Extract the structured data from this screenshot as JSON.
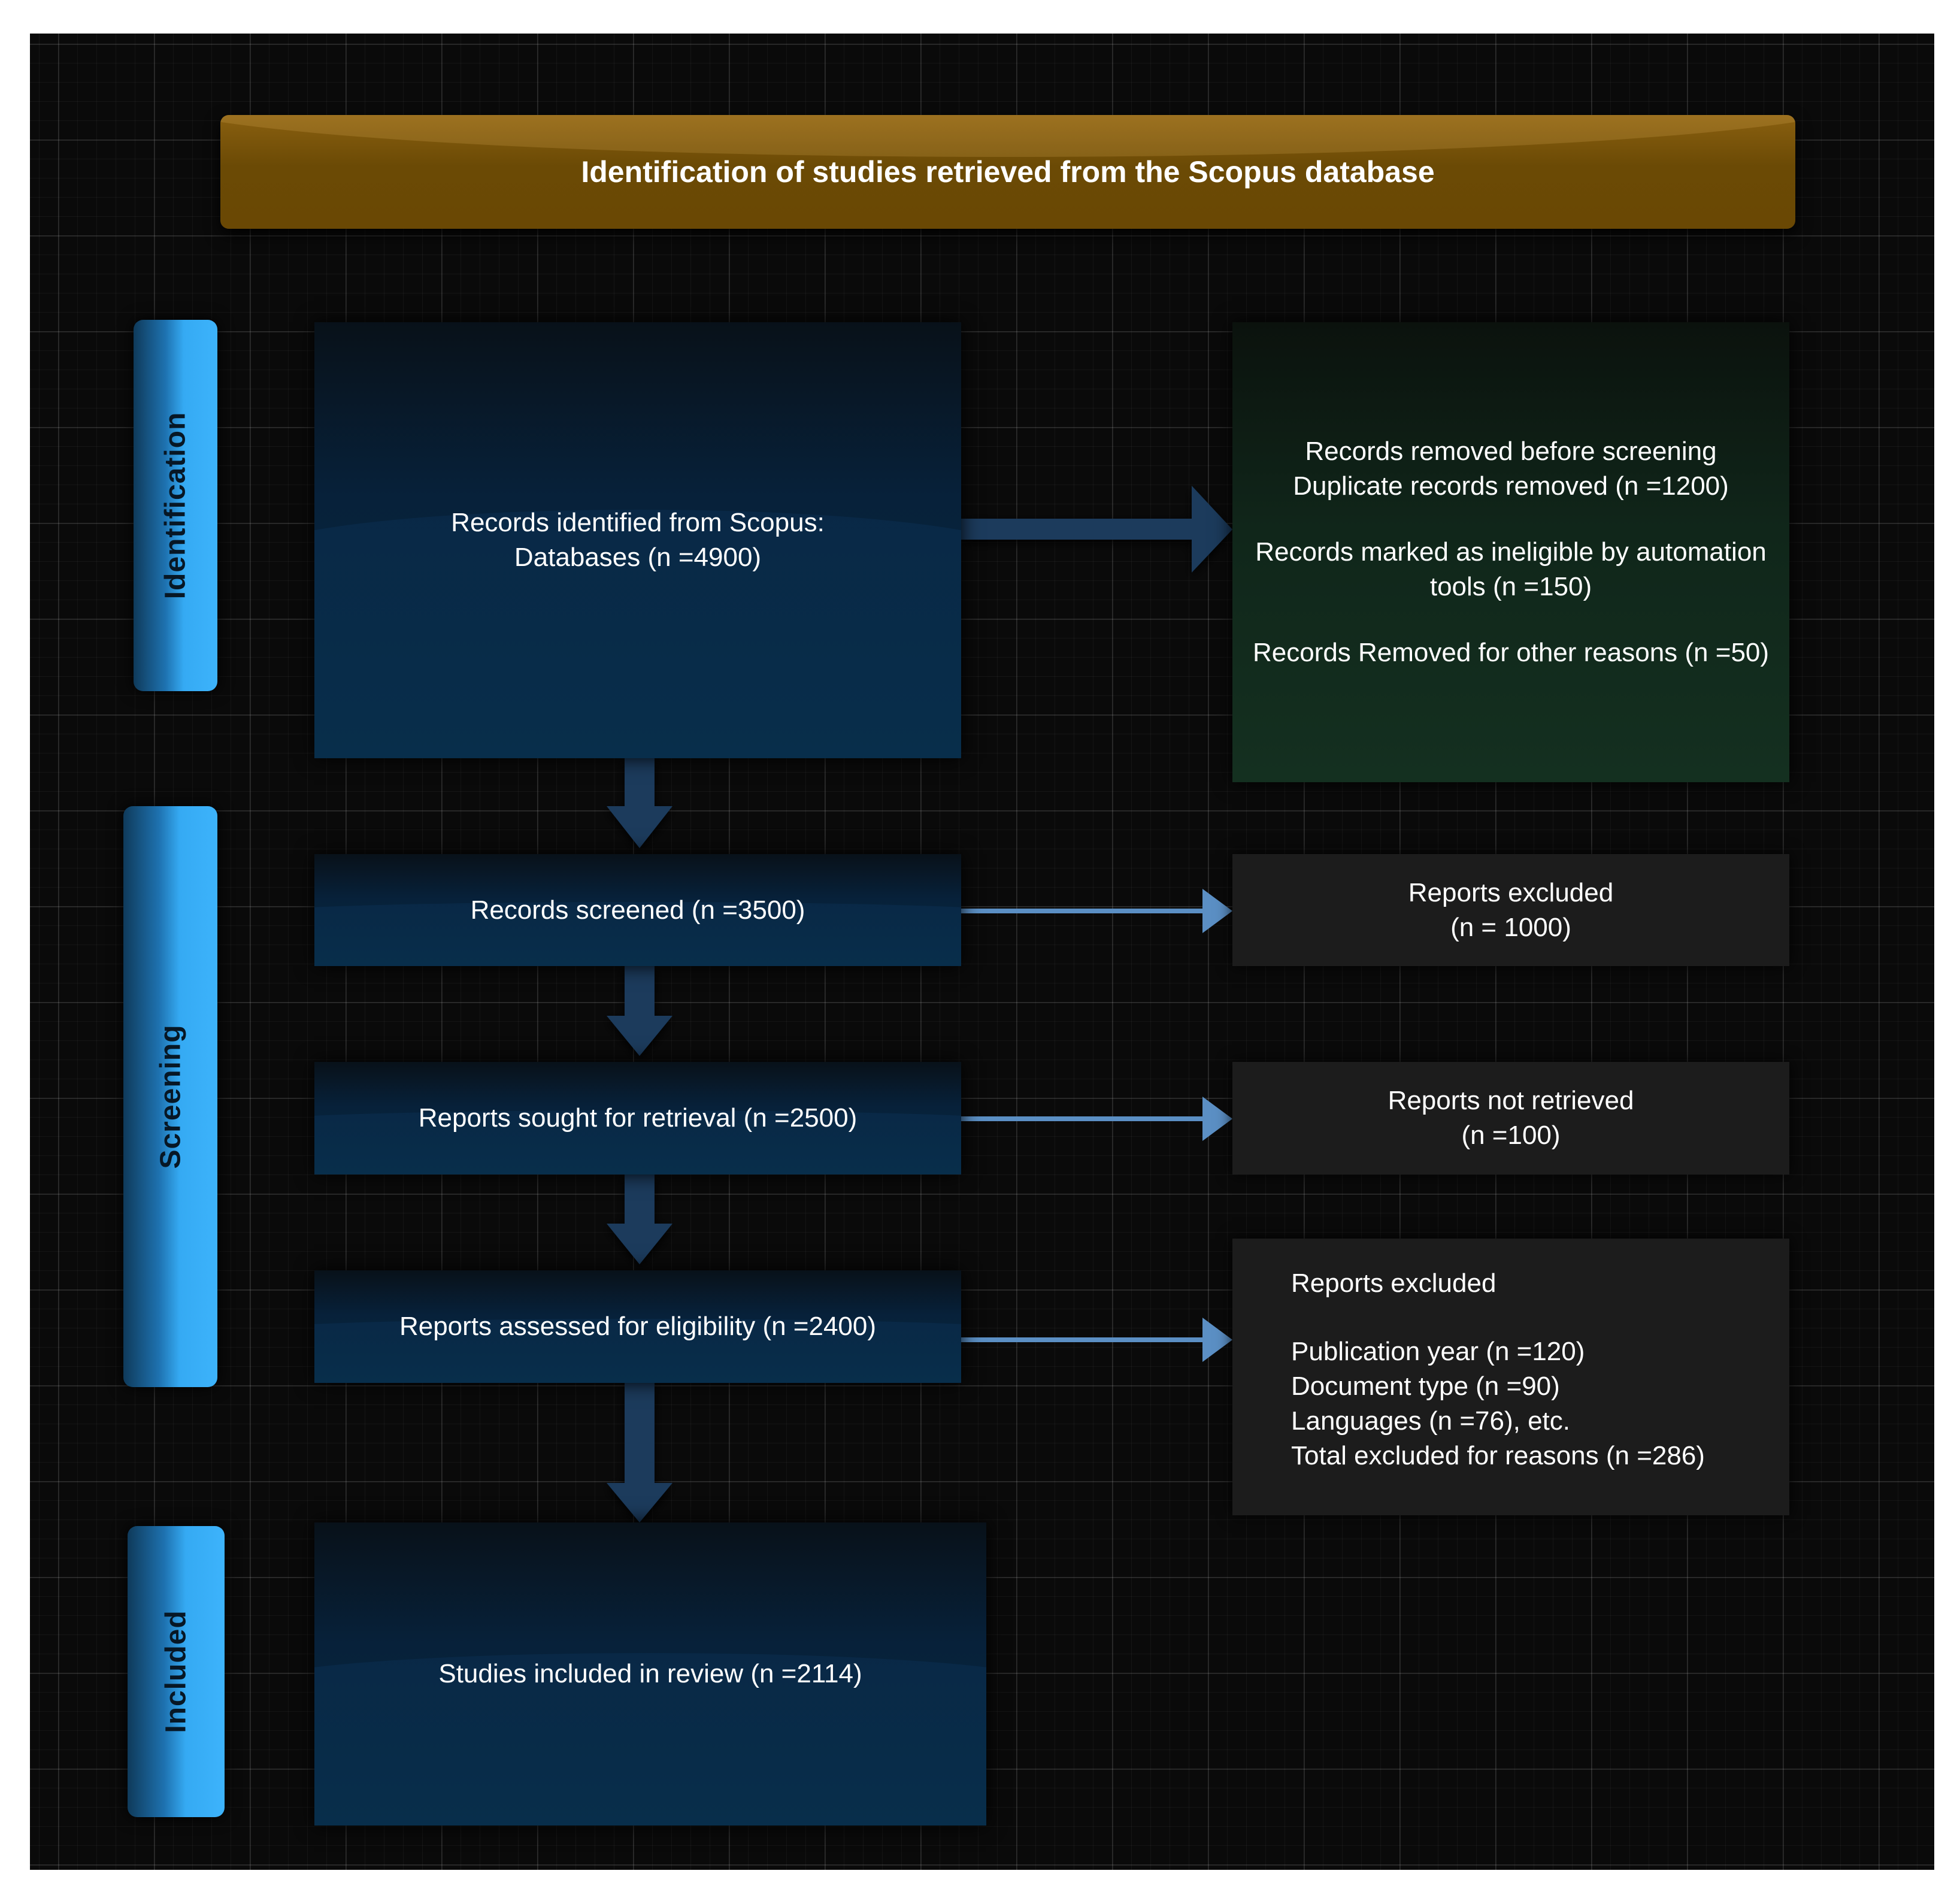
{
  "title": "Identification of studies retrieved from the Scopus database",
  "phases": {
    "identification": "Identification",
    "screening": "Screening",
    "included": "Included"
  },
  "boxes": {
    "records_identified": [
      "Records identified from Scopus:",
      "Databases (n =4900)"
    ],
    "records_removed": [
      [
        "Records removed before screening",
        "Duplicate records removed (n =1200)"
      ],
      [
        "Records marked as ineligible by automation",
        "tools (n =150)"
      ],
      [
        "Records Removed for other reasons (n =50)"
      ]
    ],
    "records_screened": "Records screened (n =3500)",
    "reports_excluded_1": [
      "Reports excluded",
      "(n = 1000)"
    ],
    "reports_sought": "Reports sought for retrieval (n =2500)",
    "reports_not_retrieved": [
      "Reports not retrieved",
      "(n =100)"
    ],
    "reports_assessed": "Reports assessed for eligibility (n =2400)",
    "reports_excluded_2": {
      "heading": "Reports excluded",
      "lines": [
        "Publication year (n =120)",
        "Document type (n =90)",
        "Languages (n =76), etc.",
        "Total excluded for reasons (n =286)"
      ]
    },
    "studies_included": "Studies included in review (n =2114)"
  },
  "colors": {
    "title_bar": "#6b4a05",
    "phase_pill": "#35aaf3",
    "process_box": "#062740",
    "removed_box": "#143020",
    "excluded_box": "#1c1c1c",
    "arrow_main": "#1a3a5c",
    "arrow_side": "#5b8fc4"
  }
}
